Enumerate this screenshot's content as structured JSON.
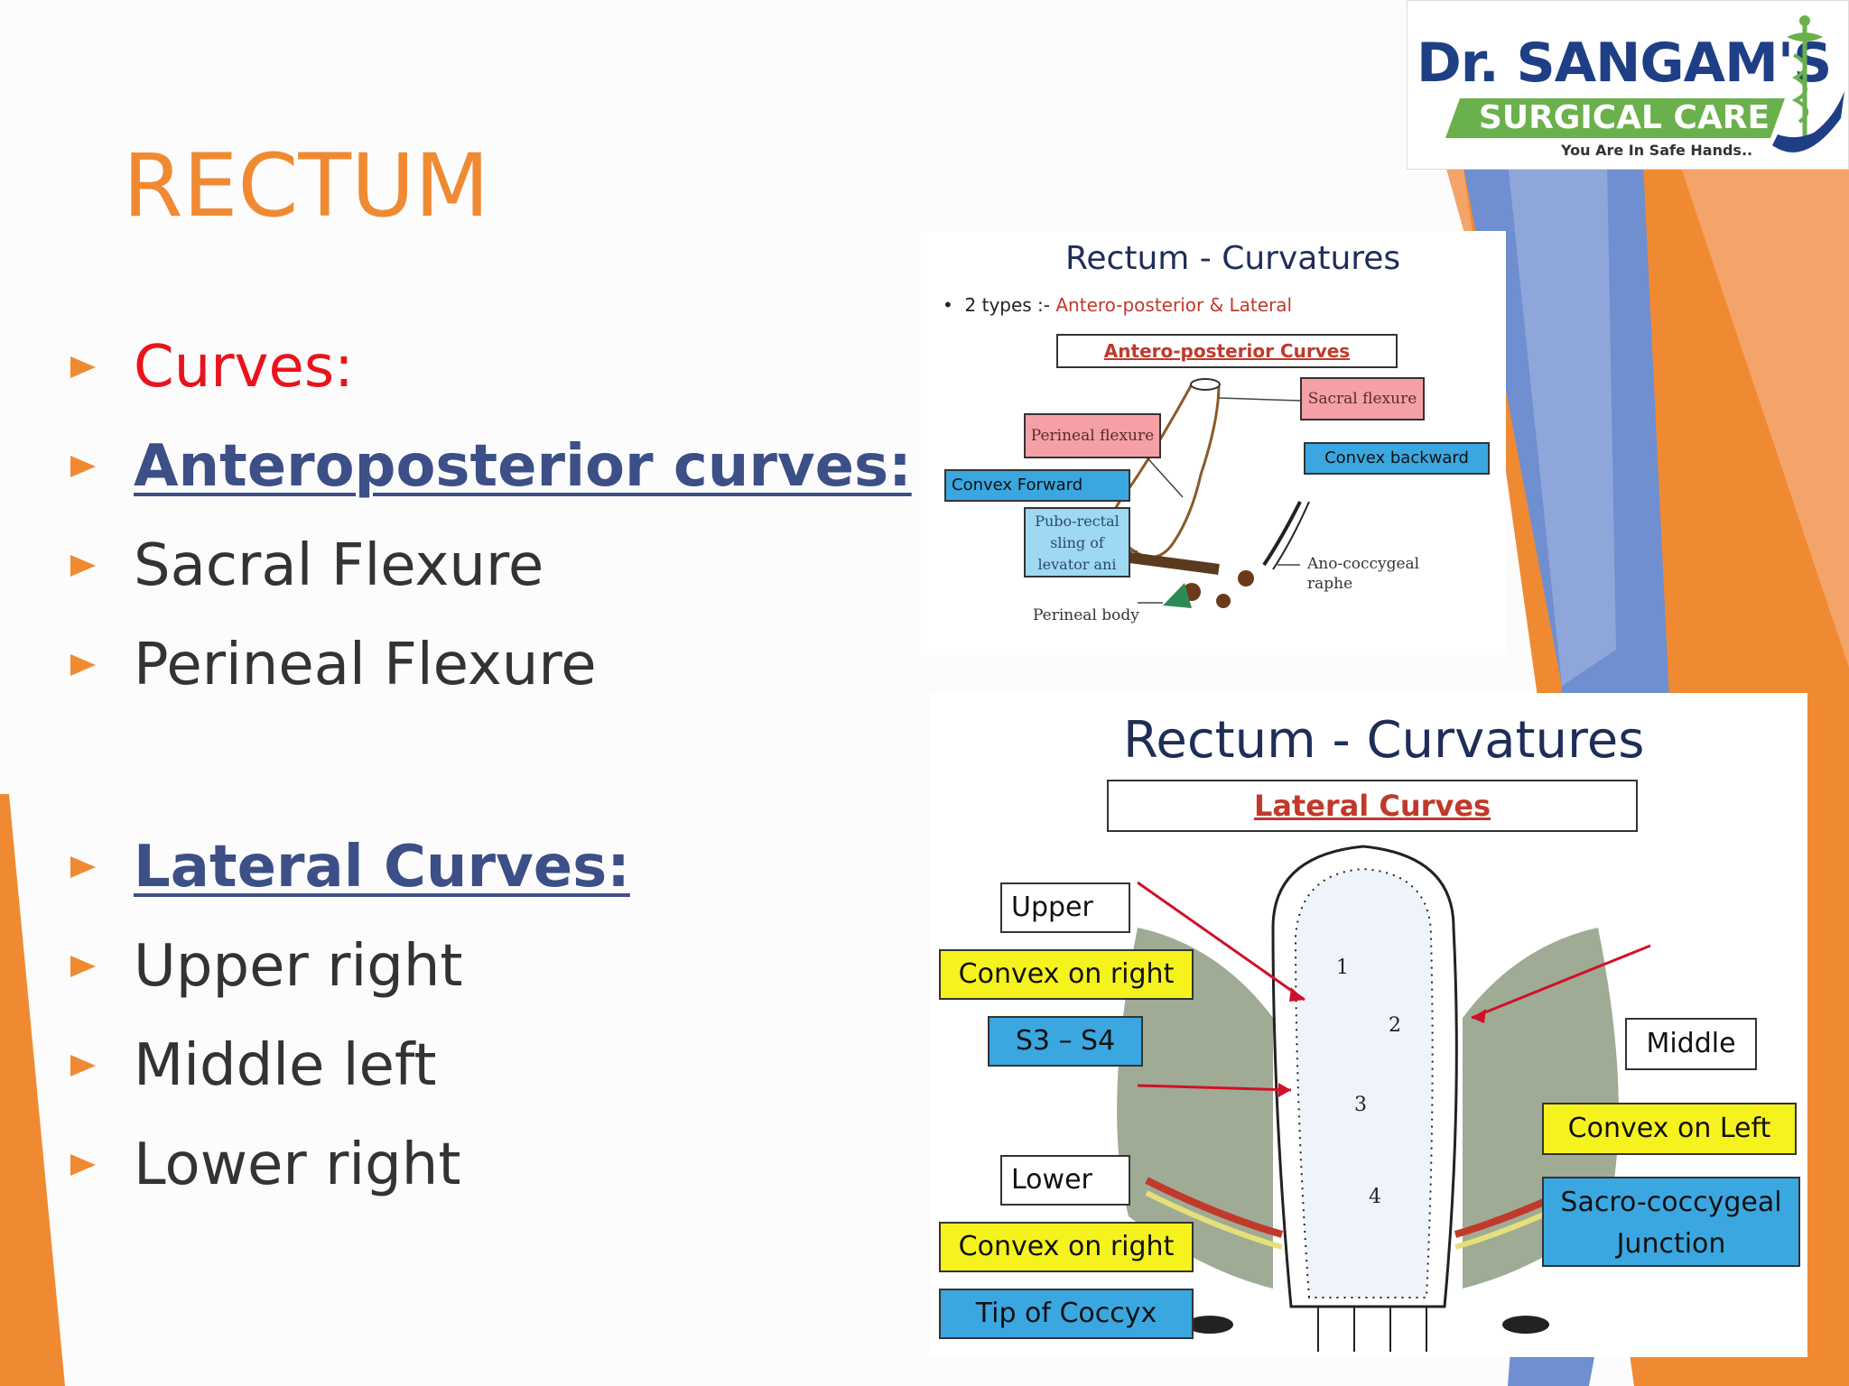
{
  "logo": {
    "title": "Dr. SANGAM'S",
    "subtitle": "SURGICAL CARE",
    "tagline": "You Are In Safe Hands.."
  },
  "slide": {
    "title": "RECTUM",
    "bullets": [
      {
        "text": "Curves:",
        "style": "red"
      },
      {
        "text": "Anteroposterior curves:",
        "style": "heading"
      },
      {
        "text": "Sacral Flexure",
        "style": "plain"
      },
      {
        "text": "Perineal Flexure",
        "style": "plain"
      },
      {
        "text": "Lateral Curves:",
        "style": "heading"
      },
      {
        "text": "Upper right",
        "style": "plain"
      },
      {
        "text": "Middle left",
        "style": "plain"
      },
      {
        "text": "Lower right",
        "style": "plain"
      }
    ]
  },
  "figure1": {
    "title": "Rectum - Curvatures",
    "types_prefix": "2 types :- ",
    "types_value": "Antero-posterior & Lateral",
    "subtitle": "Antero-posterior Curves",
    "labels": {
      "sacral_flexure": "Sacral flexure",
      "convex_backward": "Convex backward",
      "perineal_flexure": "Perineal flexure",
      "convex_forward": "Convex  Forward",
      "puborectal_1": "Pubo-rectal",
      "puborectal_2": "sling of",
      "puborectal_3": "levator ani",
      "anococcygeal_1": "Ano-coccygeal",
      "anococcygeal_2": "raphe",
      "perineal_body": "Perineal body"
    }
  },
  "figure2": {
    "title": "Rectum - Curvatures",
    "subtitle": "Lateral Curves",
    "labels": {
      "upper": "Upper",
      "convex_on_right_1": "Convex on right",
      "s3_s4": "S3 – S4",
      "middle": "Middle",
      "convex_on_left": "Convex on Left",
      "sacro_1": "Sacro-coccygeal",
      "sacro_2": "Junction",
      "lower": "Lower",
      "convex_on_right_2": "Convex on right",
      "tip_coccyx": "Tip of Coccyx",
      "n1": "1",
      "n2": "2",
      "n3": "3",
      "n4": "4"
    }
  },
  "colors": {
    "accent_orange": "#f08a32",
    "heading_blue": "#3c4f86",
    "red": "#e8141b",
    "label_pink": "#f4a0a6",
    "label_blue": "#3aa7e0",
    "label_yellow": "#f5f21e"
  }
}
